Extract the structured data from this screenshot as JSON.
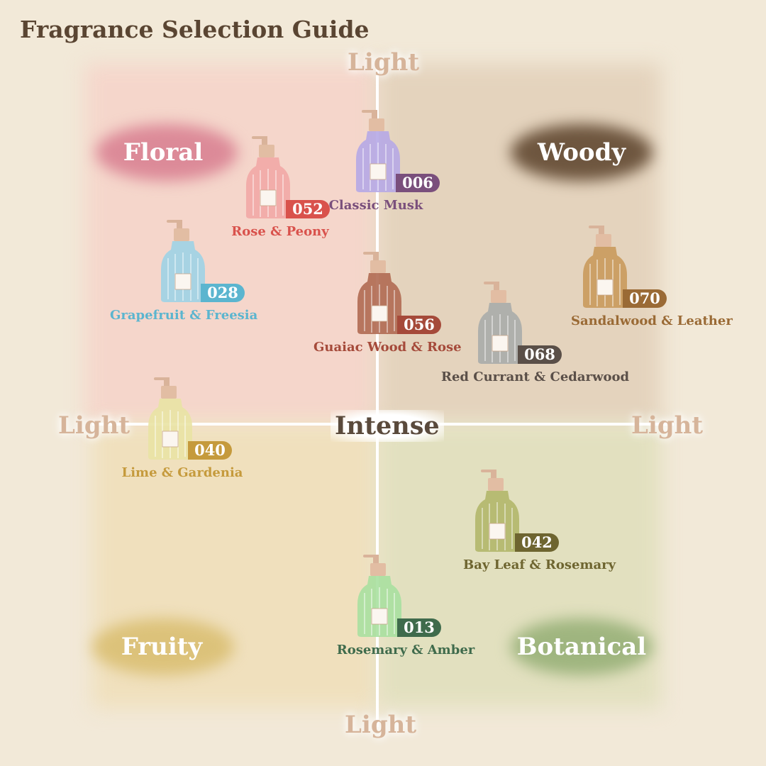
{
  "title": "Fragrance Selection Guide",
  "axis": {
    "top": "Light",
    "bottom": "Light",
    "left": "Light",
    "right": "Light",
    "center": "Intense"
  },
  "categories": {
    "floral": "Floral",
    "woody": "Woody",
    "fruity": "Fruity",
    "botanical": "Botanical"
  },
  "colors": {
    "floral": "#dc8a98",
    "woody": "#6e563f",
    "fruity": "#dcc27a",
    "botanical": "#9fb57f"
  },
  "products": [
    {
      "code": "052",
      "name": "Rose & Peony",
      "bottle": "#f2a8a6",
      "color": "#d9524c"
    },
    {
      "code": "006",
      "name": "Classic Musk",
      "bottle": "#b6a8e6",
      "color": "#7a4f7c"
    },
    {
      "code": "028",
      "name": "Grapefruit & Freesia",
      "bottle": "#9fd3e6",
      "color": "#5bb5cf"
    },
    {
      "code": "056",
      "name": "Guaiac Wood & Rose",
      "bottle": "#b06a52",
      "color": "#a54a3a"
    },
    {
      "code": "070",
      "name": "Sandalwood & Leather",
      "bottle": "#c99a5c",
      "color": "#9a6a35"
    },
    {
      "code": "068",
      "name": "Red Currant & Cedarwood",
      "bottle": "#a8acaa",
      "color": "#5a4f48"
    },
    {
      "code": "040",
      "name": "Lime & Gardenia",
      "bottle": "#e9e3a4",
      "color": "#c59a3c"
    },
    {
      "code": "042",
      "name": "Bay Leaf & Rosemary",
      "bottle": "#b2b76a",
      "color": "#6e6530"
    },
    {
      "code": "013",
      "name": "Rosemary & Amber",
      "bottle": "#a9e0a0",
      "color": "#3f6b4c"
    }
  ]
}
